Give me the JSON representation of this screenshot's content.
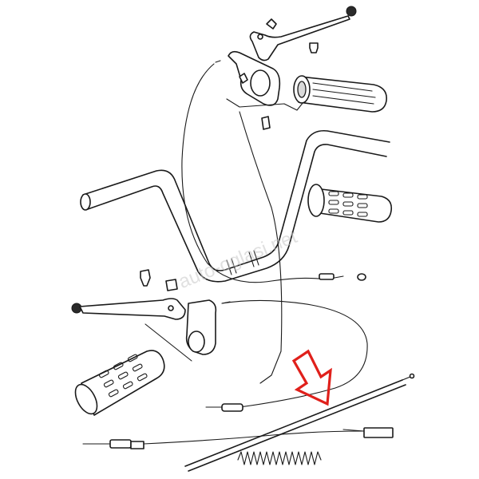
{
  "watermark": "auto-oglasi.net",
  "colors": {
    "line": "#1a1a1a",
    "highlight_arrow": "#e0201b",
    "watermark": "#c8c8c8"
  },
  "highlight": {
    "shape": "arrow-outline",
    "direction": "down-right",
    "target": "cable"
  }
}
